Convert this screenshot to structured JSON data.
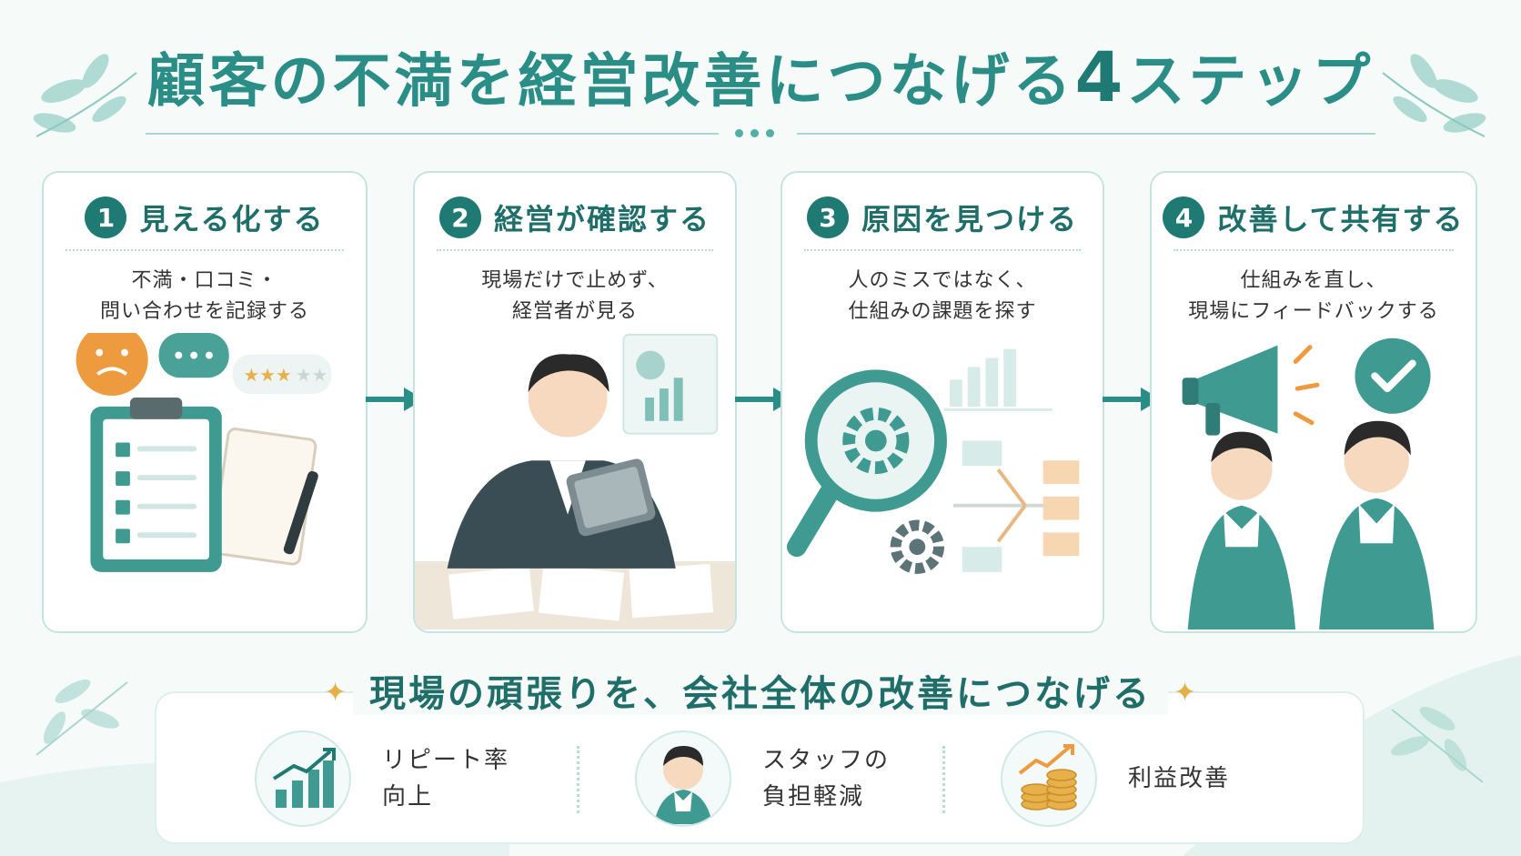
{
  "title": {
    "main": "顧客の不満を経営改善につなげる",
    "number": "4",
    "suffix": "ステップ"
  },
  "steps": [
    {
      "number": "1",
      "title": "見える化する",
      "desc": "不満・口コミ・\n問い合わせを記録する"
    },
    {
      "number": "2",
      "title": "経営が確認する",
      "desc": "現場だけで止めず、\n経営者が見る"
    },
    {
      "number": "3",
      "title": "原因を見つける",
      "desc": "人のミスではなく、\n仕組みの課題を探す"
    },
    {
      "number": "4",
      "title": "改善して共有する",
      "desc": "仕組みを直し、\n現場にフィードバックする"
    }
  ],
  "bottom": {
    "title": "現場の頑張りを、会社全体の改善につなげる",
    "benefits": [
      {
        "label": "リピート率\n向上",
        "icon": "growth-chart-icon"
      },
      {
        "label": "スタッフの\n負担軽減",
        "icon": "staff-avatar-icon"
      },
      {
        "label": "利益改善",
        "icon": "coins-growth-icon"
      }
    ]
  },
  "colors": {
    "primary": "#1f7a74",
    "title": "#2a8d86",
    "accent_orange": "#ee9a3f",
    "gold": "#e8b04a"
  }
}
